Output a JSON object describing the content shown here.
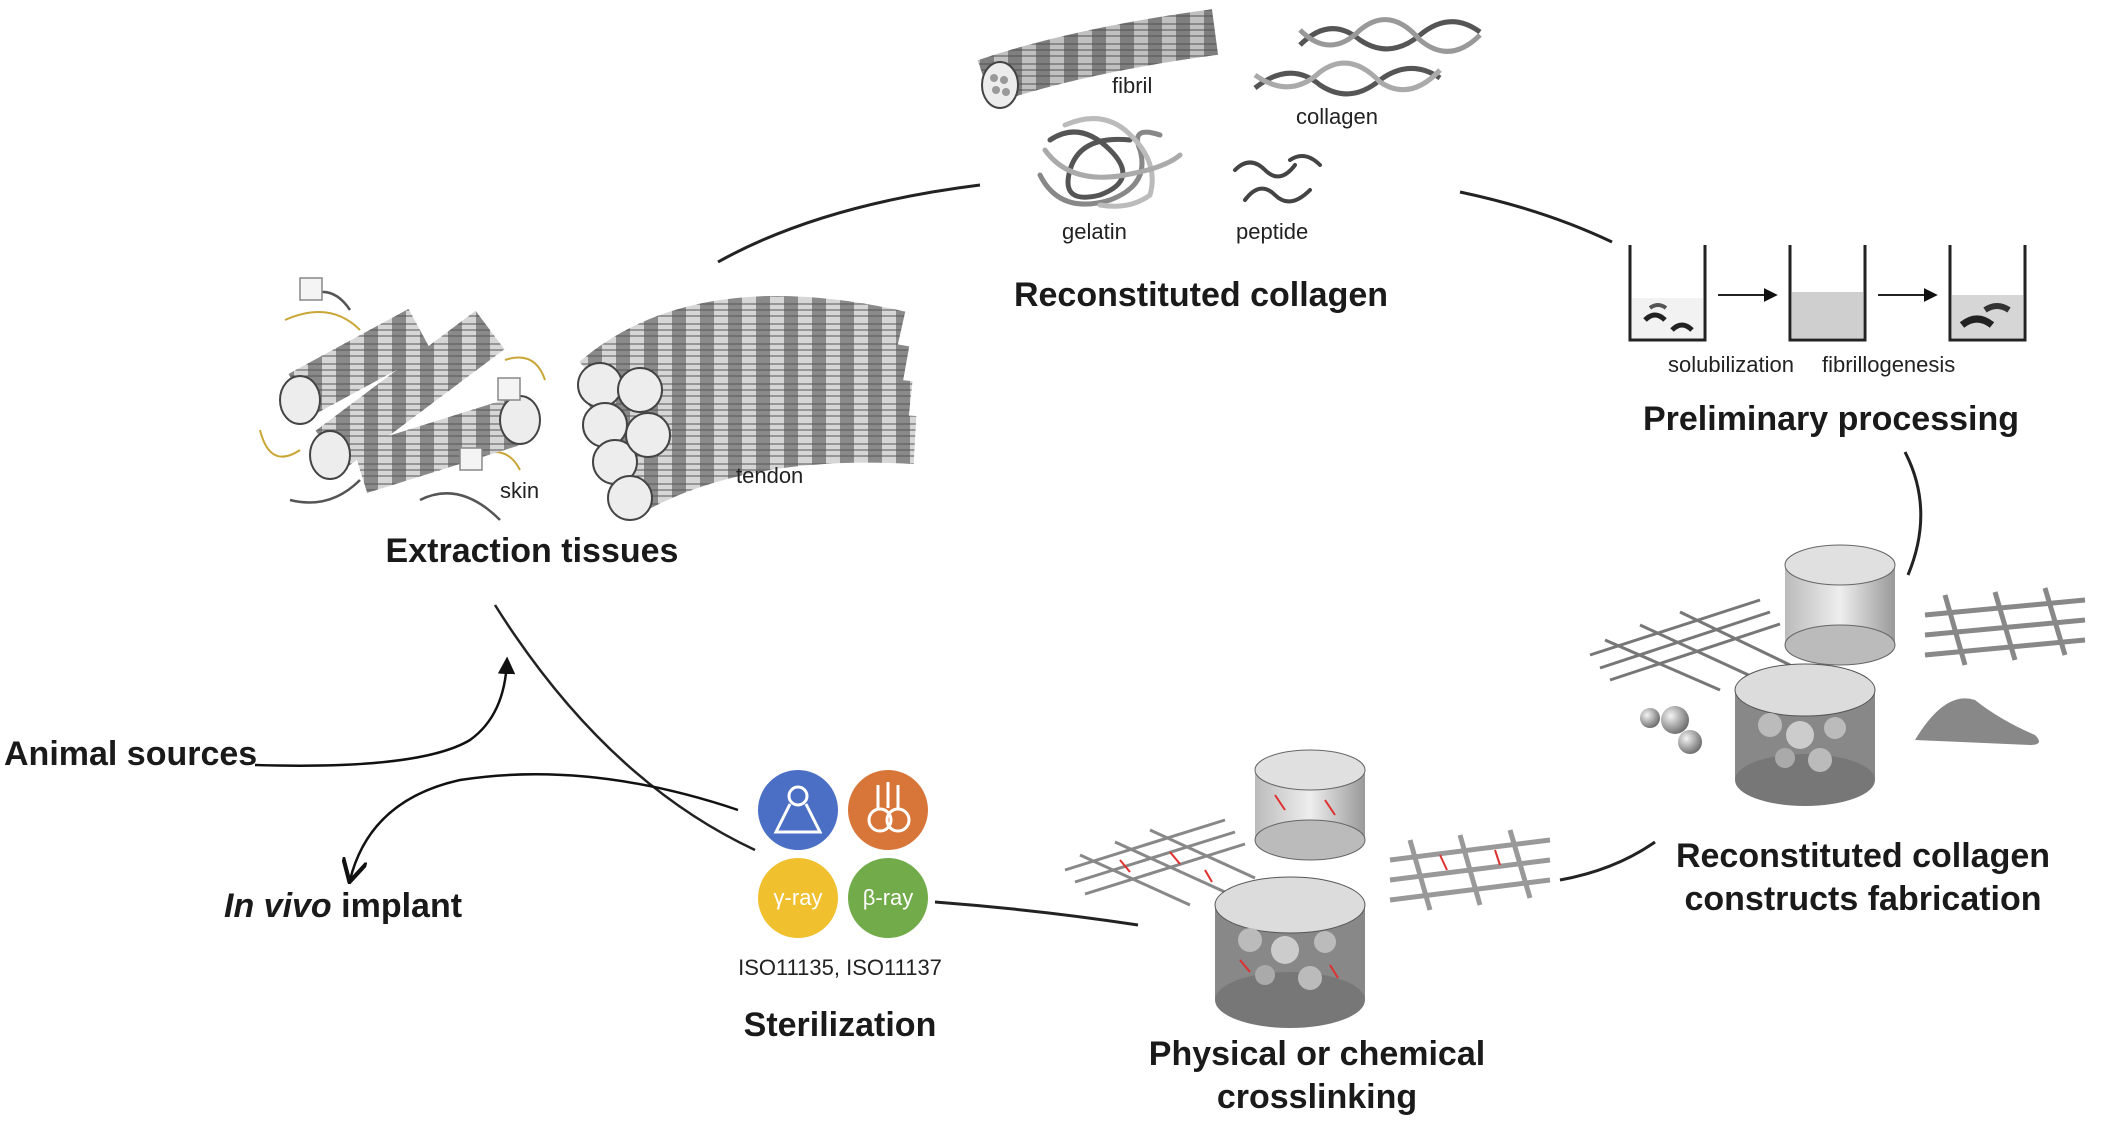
{
  "stages": {
    "reconstituted": {
      "title": "Reconstituted collagen",
      "fibril": "fibril",
      "collagen": "collagen",
      "gelatin": "gelatin",
      "peptide": "peptide"
    },
    "preliminary": {
      "title": "Preliminary processing",
      "solubilization": "solubilization",
      "fibrillogenesis": "fibrillogenesis"
    },
    "extraction": {
      "title": "Extraction tissues",
      "skin": "skin",
      "tendon": "tendon"
    },
    "constructs": {
      "title_line1": "Reconstituted collagen",
      "title_line2": "constructs fabrication"
    },
    "crosslinking": {
      "title_line1": "Physical or chemical",
      "title_line2": "crosslinking"
    },
    "sterilization": {
      "title": "Sterilization",
      "standards": "ISO11135, ISO11137",
      "gamma": "γ-ray",
      "beta": "β-ray"
    }
  },
  "side": {
    "animal_sources": "Animal sources",
    "in_vivo_italic": "In vivo",
    "in_vivo_rest": " implant"
  },
  "colors": {
    "blue": "#4a6fc4",
    "orange": "#d8763a",
    "yellow": "#f0c02f",
    "green": "#72ab4a"
  }
}
